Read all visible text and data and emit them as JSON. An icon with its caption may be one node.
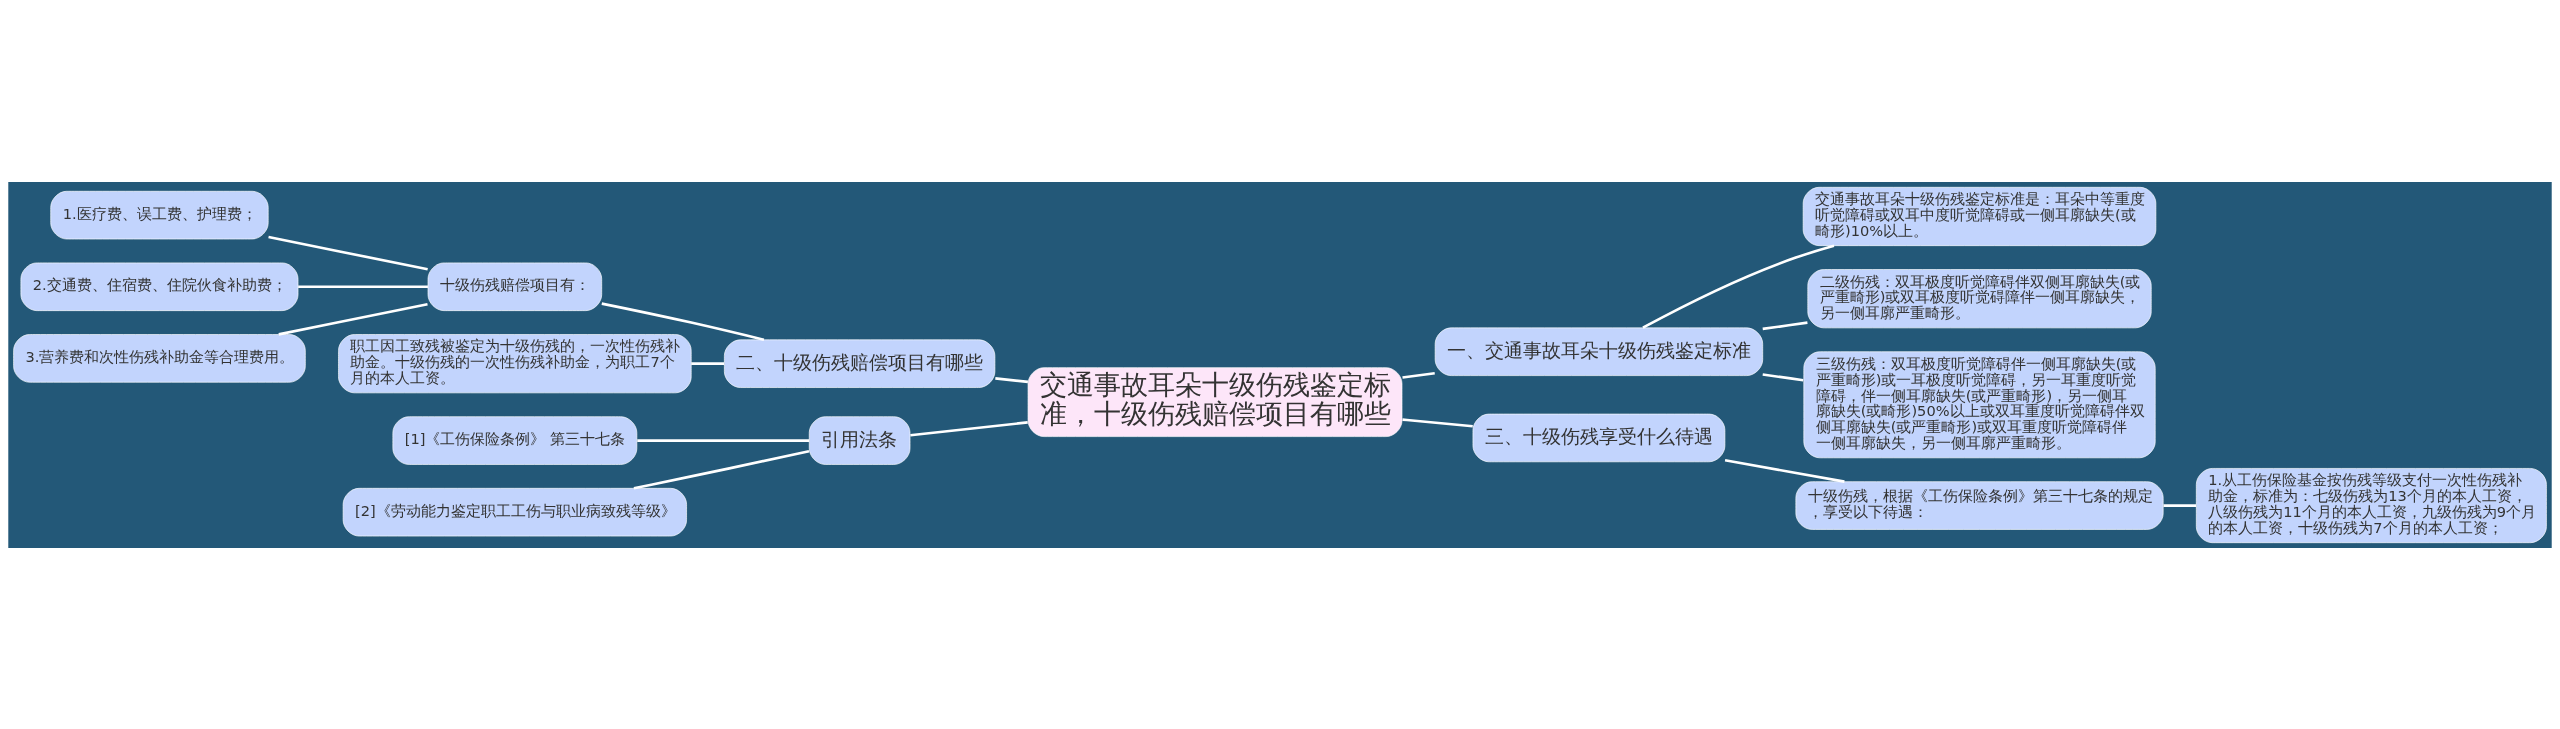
{
  "diagram": {
    "nodes": [
      {
        "text": [
          "交通事故耳朵十级伤残鉴定标准，十级伤残赔偿项目有哪些"
        ]
      },
      {
        "text": [
          "一、交通事故耳朵十级伤残鉴定标准"
        ]
      },
      {
        "text": [
          "交通事故耳朵十级伤残鉴定标准是：耳朵中等重度听觉障碍或双耳中度听觉障碍或一侧耳廓缺失(或畸形)10%以上。"
        ]
      },
      {
        "text": [
          "二级伤残：双耳极度听觉障碍伴双侧耳廓缺失(或严重畸形)或双耳极度听觉碍障伴一侧耳廓缺失，另一侧耳廓严重畸形。"
        ]
      },
      {
        "text": [
          "三级伤残：双耳极度听觉障碍伴一侧耳廓缺失(或严重畸形)或一耳极度听觉障碍，另一耳重度听觉障碍，伴一侧耳廓缺失(或严重畸形)，另一侧耳廓缺失(或畸形)50%以上或双耳重度听觉障碍伴双侧耳廓缺失(或严重畸形)或双耳重度听觉障碍伴一侧耳廓缺失，另一侧耳廓严重畸形。"
        ]
      },
      {
        "text": [
          "三、十级伤残享受什么待遇"
        ]
      },
      {
        "text": [
          "十级伤残，根据《工伤保险条例》第三十七条的规定，享受以下待遇："
        ]
      },
      {
        "text": [
          "1.从工伤保险基金按伤残等级支付一次性伤残补助金，标准为：七级伤残为13个月的本人工资，八级伤残为11个月的本人工资，九级伤残为9个月的本人工资，十级伤残为7个月的本人工资；"
        ]
      },
      {
        "text": [
          "二、十级伤残赔偿项目有哪些"
        ]
      },
      {
        "text": [
          "十级伤残赔偿项目有："
        ]
      },
      {
        "text": [
          "1.医疗费、误工费、护理费；"
        ]
      },
      {
        "text": [
          "2.交通费、住宿费、住院伙食补助费；"
        ]
      },
      {
        "text": [
          "3.营养费和次性伤残补助金等合理费用。"
        ]
      },
      {
        "text": [
          "职工因工致残被鉴定为十级伤残的，一次性伤残补助金。十级伤残的一次性伤残补助金，为职工7个月的本人工资。"
        ]
      },
      {
        "text": [
          "引用法条"
        ]
      },
      {
        "text": [
          "[1]《工伤保险条例》 第三十七条"
        ]
      },
      {
        "text": [
          "[2]《劳动能力鉴定职工工伤与职业病致残等级》"
        ]
      }
    ],
    "edges": [
      {
        "from": 0,
        "to": 1,
        "arrow": "none"
      },
      {
        "from": 1,
        "to": 2,
        "arrow": "none"
      },
      {
        "from": 1,
        "to": 3,
        "arrow": "none"
      },
      {
        "from": 1,
        "to": 4,
        "arrow": "none"
      },
      {
        "from": 0,
        "to": 5,
        "arrow": "none"
      },
      {
        "from": 5,
        "to": 6,
        "arrow": "none"
      },
      {
        "from": 6,
        "to": 7,
        "arrow": "none"
      },
      {
        "from": 0,
        "to": 8,
        "arrow": "none"
      },
      {
        "from": 8,
        "to": 9,
        "arrow": "none"
      },
      {
        "from": 9,
        "to": 10,
        "arrow": "none"
      },
      {
        "from": 9,
        "to": 11,
        "arrow": "none"
      },
      {
        "from": 9,
        "to": 12,
        "arrow": "none"
      },
      {
        "from": 8,
        "to": 13,
        "arrow": "none"
      },
      {
        "from": 0,
        "to": 14,
        "arrow": "none"
      },
      {
        "from": 14,
        "to": 15,
        "arrow": "none"
      },
      {
        "from": 14,
        "to": 16,
        "arrow": "none"
      }
    ]
  }
}
